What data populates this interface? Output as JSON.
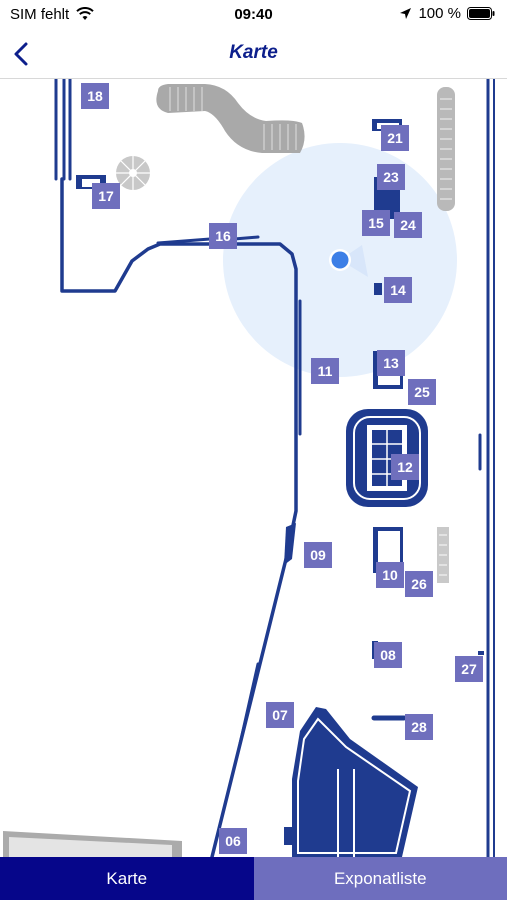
{
  "status_bar": {
    "carrier": "SIM fehlt",
    "time": "09:40",
    "battery": "100 %"
  },
  "nav": {
    "title": "Karte",
    "back_icon": "chevron-left-icon"
  },
  "colors": {
    "accent": "#0d1f8c",
    "map_line": "#1f3b8f",
    "marker": "#6f6fbd",
    "tab_active": "#06068a",
    "tab_inactive": "#6e6ebe",
    "location_dot": "#3d7fe6"
  },
  "map": {
    "markers": [
      {
        "id": "18",
        "label": "18"
      },
      {
        "id": "21",
        "label": "21"
      },
      {
        "id": "23",
        "label": "23"
      },
      {
        "id": "17",
        "label": "17"
      },
      {
        "id": "15",
        "label": "15"
      },
      {
        "id": "24",
        "label": "24"
      },
      {
        "id": "16",
        "label": "16"
      },
      {
        "id": "14",
        "label": "14"
      },
      {
        "id": "13",
        "label": "13"
      },
      {
        "id": "11",
        "label": "11"
      },
      {
        "id": "25",
        "label": "25"
      },
      {
        "id": "12",
        "label": "12"
      },
      {
        "id": "09",
        "label": "09"
      },
      {
        "id": "10",
        "label": "10"
      },
      {
        "id": "26",
        "label": "26"
      },
      {
        "id": "08",
        "label": "08"
      },
      {
        "id": "27",
        "label": "27"
      },
      {
        "id": "07",
        "label": "07"
      },
      {
        "id": "28",
        "label": "28"
      },
      {
        "id": "06",
        "label": "06"
      }
    ]
  },
  "tabs": [
    {
      "label": "Karte",
      "active": true
    },
    {
      "label": "Exponatliste",
      "active": false
    }
  ]
}
